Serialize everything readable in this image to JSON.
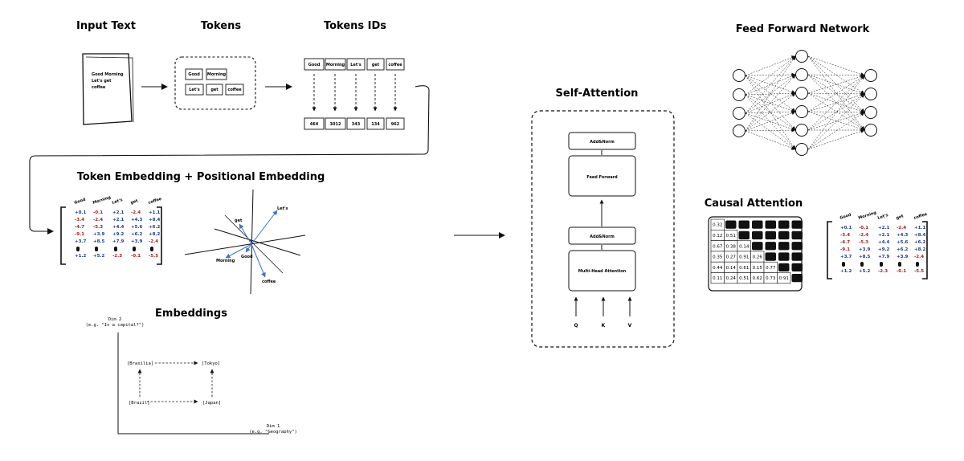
{
  "sections": {
    "input_text": "Input Text",
    "tokens": "Tokens",
    "token_ids": "Tokens IDs",
    "embedding_title": "Token Embedding + Positional Embedding",
    "embeddings": "Embeddings",
    "self_attention": "Self-Attention",
    "ffn": "Feed Forward Network",
    "causal": "Causal Attention"
  },
  "document_lines": [
    "Good Morning",
    "Let's get",
    "coffee"
  ],
  "tokens": [
    "Good",
    "Morning",
    "Let's",
    "get",
    "coffee"
  ],
  "token_ids": [
    "464",
    "3012",
    "343",
    "134",
    "962"
  ],
  "matrix": {
    "columns": [
      "Good",
      "Morning",
      "Let's",
      "get",
      "coffee"
    ],
    "rows": [
      [
        "+0.1",
        "-0.1",
        "+2.1",
        "-2.4",
        "+1.1"
      ],
      [
        "-3.4",
        "-2.4",
        "+2.1",
        "+4.3",
        "+8.4"
      ],
      [
        "-4.7",
        "-5.3",
        "+4.4",
        "+5.6",
        "+6.2"
      ],
      [
        "-9.1",
        "+3.9",
        "+9.2",
        "+6.2",
        "+8.2"
      ],
      [
        "+3.7",
        "+8.5",
        "+7.9",
        "+3.9",
        "-2.4"
      ],
      [
        "+1.2",
        "+5.2",
        "-2.3",
        "-0.1",
        "-5.5"
      ]
    ]
  },
  "vector_labels": [
    "Let's",
    "get",
    "Morning",
    "Good",
    "coffee"
  ],
  "embedding_plot": {
    "y_axis": "Dim 2",
    "y_axis_hint": "(e.g. \"Is a capital?\")",
    "x_axis": "Dim 1",
    "x_axis_hint": "(e.g. \"Geography\")",
    "points": [
      "[Brasilia]",
      "[Tokyo]",
      "[Brazil]",
      "[Japan]"
    ]
  },
  "attention": {
    "blocks": [
      "Add&Norm",
      "Feed Forward",
      "Add&Norm",
      "Multi-Head Attention"
    ],
    "inputs": [
      "Q",
      "K",
      "V"
    ]
  },
  "causal_matrix": [
    [
      "0.32"
    ],
    [
      "0.12",
      "0.51"
    ],
    [
      "0.67",
      "0.38",
      "0.14"
    ],
    [
      "0.35",
      "0.27",
      "0.91",
      "0.26"
    ],
    [
      "0.44",
      "0.14",
      "0.61",
      "0.15",
      "0.77"
    ],
    [
      "0.11",
      "0.24",
      "0.51",
      "0.62",
      "0.73",
      "0.91"
    ]
  ],
  "colors": {
    "positive": "#1f3a8a",
    "negative": "#a0201c",
    "vector": "#3b74c9"
  }
}
